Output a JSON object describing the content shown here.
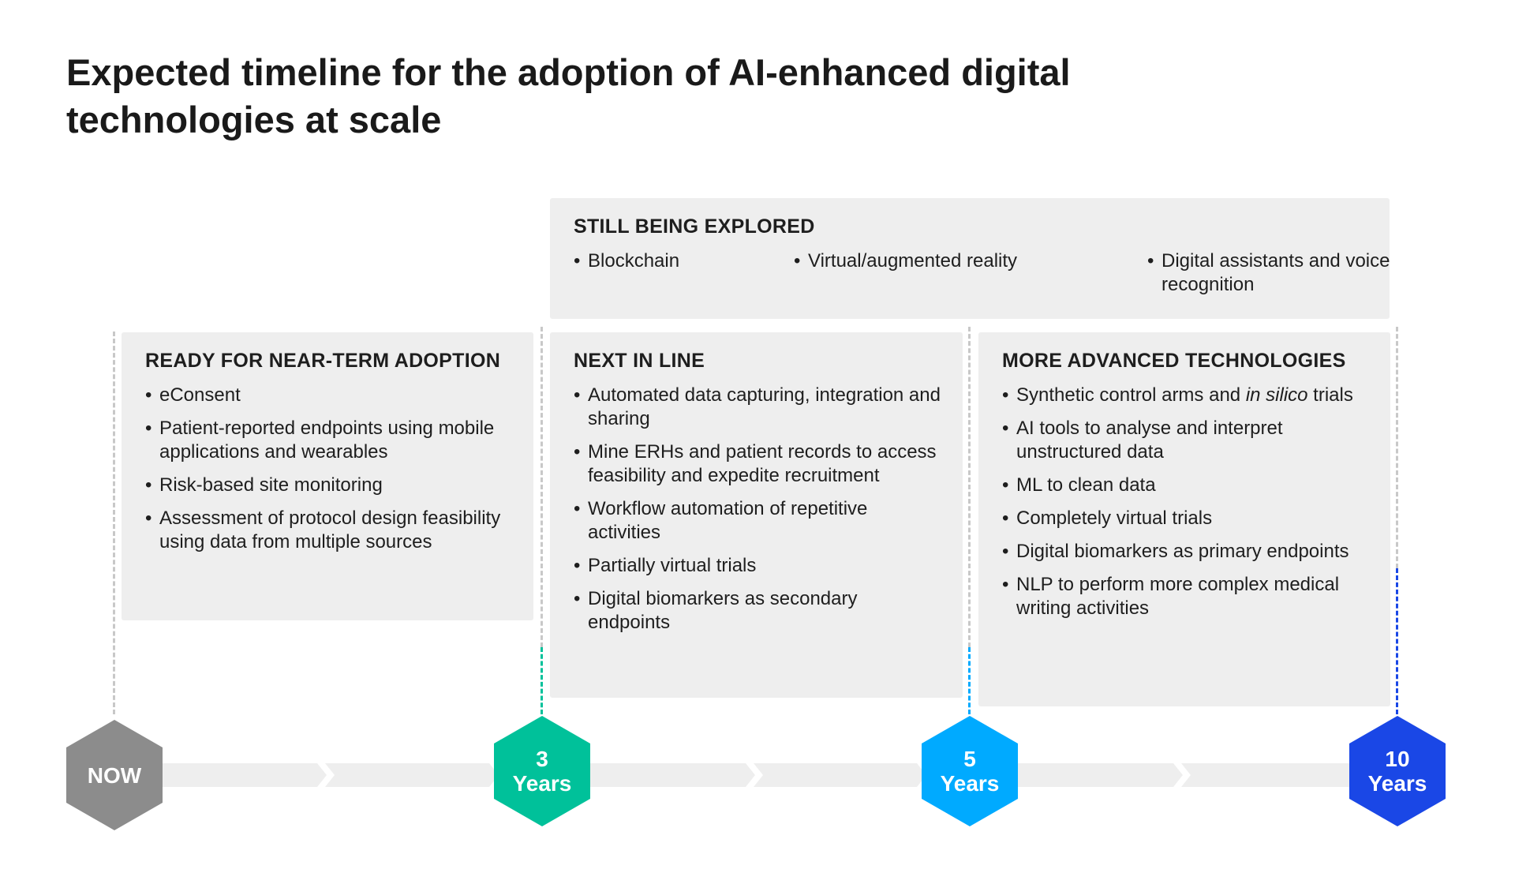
{
  "title": "Expected timeline for the adoption of AI-enhanced digital technologies at scale",
  "explored": {
    "heading": "STILL BEING EXPLORED",
    "items": [
      "Blockchain",
      "Virtual/augmented reality",
      "Digital assistants and voice recognition"
    ]
  },
  "near_term": {
    "heading": "READY FOR NEAR-TERM ADOPTION",
    "items": [
      "eConsent",
      "Patient-reported endpoints using mobile applications and wearables",
      "Risk-based site monitoring",
      "Assessment of protocol design feasibility using data from multiple sources"
    ]
  },
  "next_in_line": {
    "heading": "NEXT IN LINE",
    "items": [
      "Automated data capturing, integration and sharing",
      "Mine ERHs and patient records to access feasibility and expedite recruitment",
      "Workflow automation of repetitive activities",
      "Partially virtual trials",
      "Digital biomarkers as secondary endpoints"
    ]
  },
  "advanced": {
    "heading": "MORE ADVANCED TECHNOLOGIES",
    "item_1_plain": "Synthetic control arms and ",
    "item_1_italic": "in silico",
    "item_1_rest": " trials",
    "items": [
      "AI tools to analyse and interpret unstructured data",
      "ML to clean data",
      "Completely virtual trials",
      "Digital biomarkers as primary endpoints",
      "NLP to perform more complex medical writing activities"
    ]
  },
  "milestones": [
    {
      "line1": "NOW",
      "line2": "",
      "color": "#8c8c8c"
    },
    {
      "line1": "3",
      "line2": "Years",
      "color": "#00c19a"
    },
    {
      "line1": "5",
      "line2": "Years",
      "color": "#00aaff"
    },
    {
      "line1": "10",
      "line2": "Years",
      "color": "#1a47e6"
    }
  ],
  "colors": {
    "box_bg": "#eeeeee",
    "arrow": "#eeeeee",
    "line_gray": "#c8c8c8"
  }
}
